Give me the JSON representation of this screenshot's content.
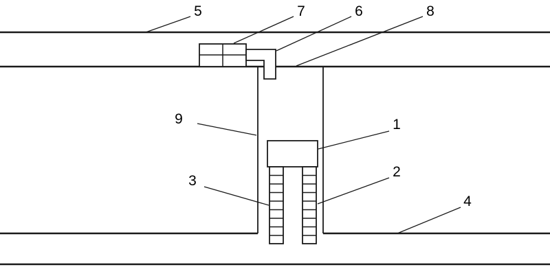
{
  "figure": {
    "background": "#ffffff",
    "line_color": "#1a1a1a",
    "label_color": "#000000",
    "labels": {
      "l1": "1",
      "l2": "2",
      "l3": "3",
      "l4": "4",
      "l5": "5",
      "l6": "6",
      "l7": "7",
      "l8": "8",
      "l9": "9"
    }
  }
}
